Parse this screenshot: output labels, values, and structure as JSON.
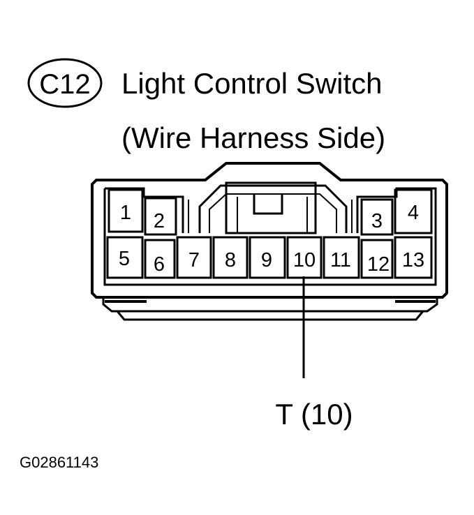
{
  "connector": {
    "code": "C12",
    "name": "Light Control Switch",
    "side": "(Wire Harness Side)"
  },
  "pins": [
    {
      "num": "1"
    },
    {
      "num": "2"
    },
    {
      "num": "3"
    },
    {
      "num": "4"
    },
    {
      "num": "5"
    },
    {
      "num": "6"
    },
    {
      "num": "7"
    },
    {
      "num": "8"
    },
    {
      "num": "9"
    },
    {
      "num": "10"
    },
    {
      "num": "11"
    },
    {
      "num": "12"
    },
    {
      "num": "13"
    }
  ],
  "callout": {
    "label": "T (10)",
    "pin": "10"
  },
  "figure_id": "G02861143"
}
